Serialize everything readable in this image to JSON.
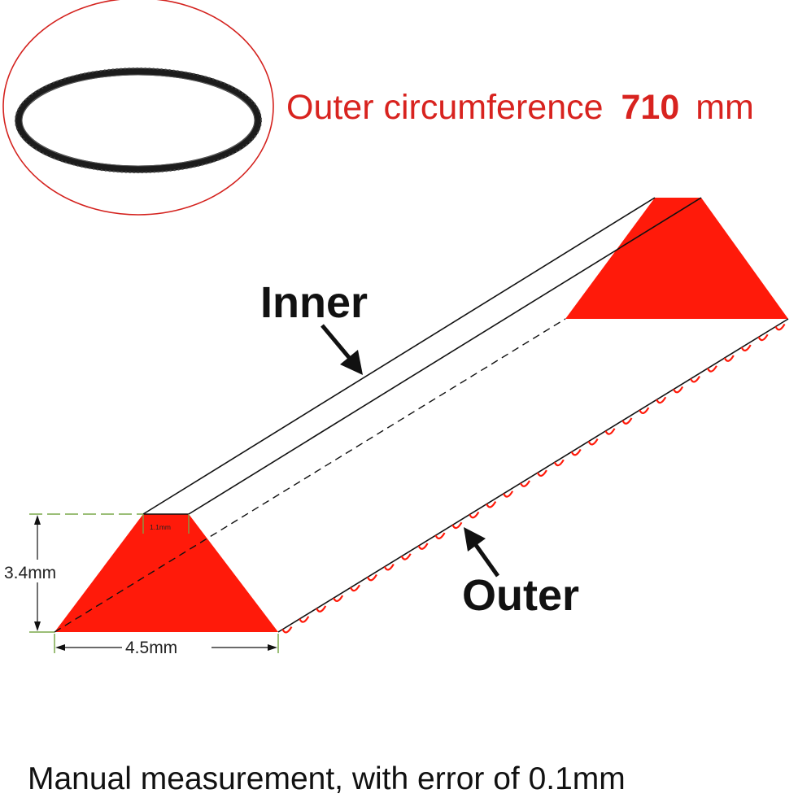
{
  "header": {
    "circumference_label": "Outer circumference",
    "circumference_value": "710",
    "circumference_unit": "mm"
  },
  "labels": {
    "inner": "Inner",
    "outer": "Outer"
  },
  "dimensions": {
    "height": "3.4mm",
    "width": "4.5mm",
    "top_width": "1.1mm"
  },
  "footer": {
    "note": "Manual measurement, with error of 0.1mm"
  },
  "colors": {
    "profile_red": "#ff1a0a",
    "circle_red": "#d4221e",
    "title_red": "#d8231f",
    "dimension_green": "#7aa84a",
    "belt_black": "#1c1c1c"
  }
}
